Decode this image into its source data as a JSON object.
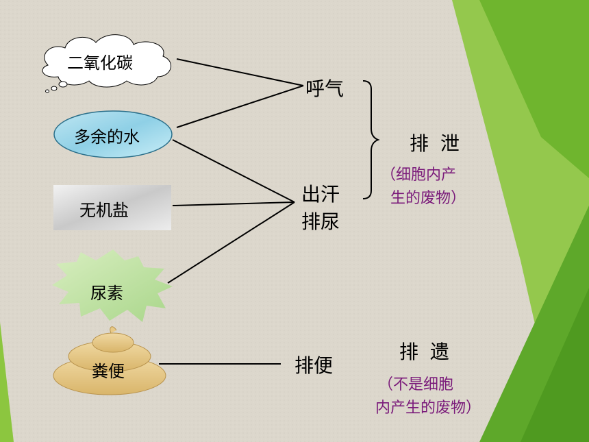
{
  "nodes": {
    "co2": "二氧化碳",
    "water": "多余的水",
    "salt": "无机盐",
    "urea": "尿素",
    "feces": "粪便"
  },
  "routes": {
    "breath": "呼气",
    "sweat": "出汗",
    "urine": "排尿",
    "defecate": "排便"
  },
  "categories": {
    "excretion": "排 泄",
    "excretion_note_1": "（细胞内产",
    "excretion_note_2": "生的废物）",
    "egestion": "排 遗",
    "egestion_note_1": "（不是细胞",
    "egestion_note_2": "内产生的废物）"
  },
  "colors": {
    "background": "#dcd7cc",
    "green_light": "#8cc63f",
    "green_dark": "#4f9a20",
    "note_text": "#7a1a7a"
  }
}
